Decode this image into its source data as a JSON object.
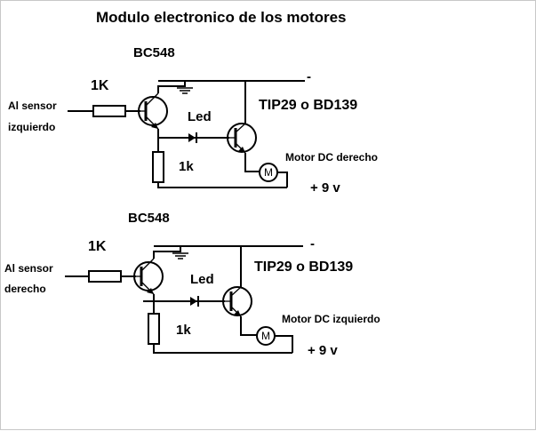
{
  "title": "Modulo electronico de los motores",
  "circuits": [
    {
      "transistor_small": "BC548",
      "resistor_input": "1K",
      "sensor_line1": "Al sensor",
      "sensor_line2": "izquierdo",
      "led": "Led",
      "transistor_power": "TIP29 o BD139",
      "resistor_base": "1k",
      "motor_label": "Motor DC  derecho",
      "motor_symbol": "M",
      "rail_negative": "-",
      "rail_positive": "+ 9 v"
    },
    {
      "transistor_small": "BC548",
      "resistor_input": "1K",
      "sensor_line1": "Al sensor",
      "sensor_line2": "derecho",
      "led": "Led",
      "transistor_power": "TIP29 o BD139",
      "resistor_base": "1k",
      "motor_label": "Motor DC  izquierdo",
      "motor_symbol": "M",
      "rail_negative": "-",
      "rail_positive": "+ 9 v"
    }
  ]
}
